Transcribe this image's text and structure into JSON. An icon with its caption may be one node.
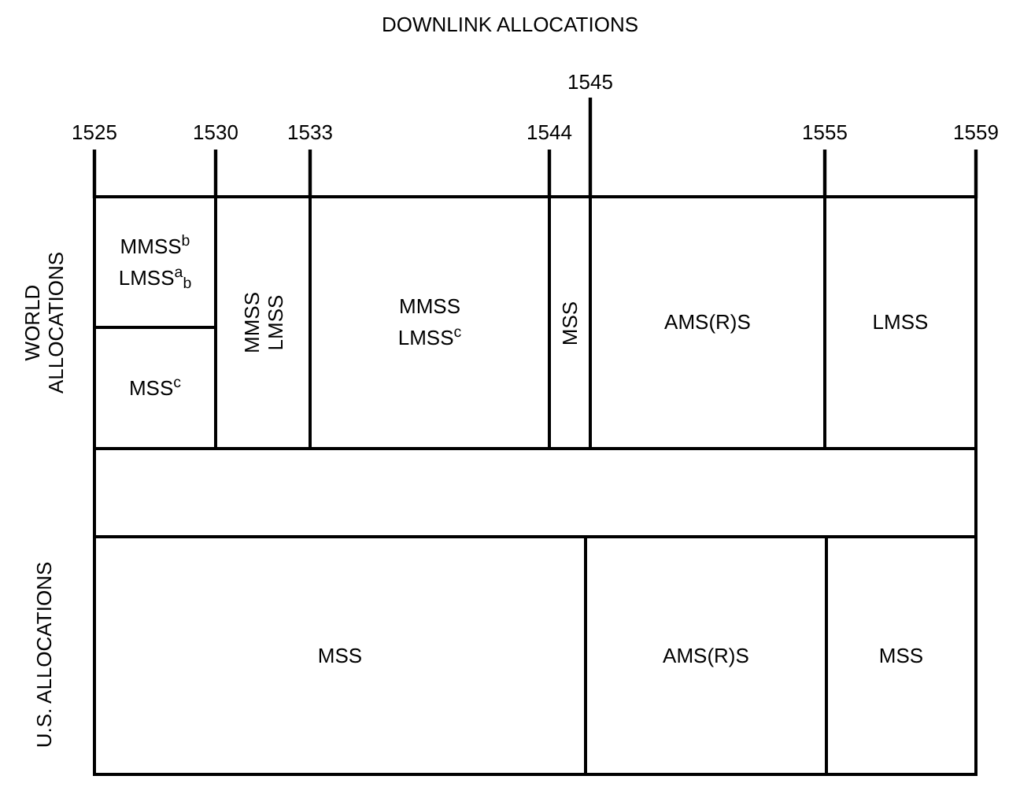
{
  "diagram": {
    "title": "DOWNLINK ALLOCATIONS",
    "nodes": [
      {
        "text": [
          "MMSS$^{b}$",
          "LMSS$^{a}$$_{b}$"
        ]
      },
      {
        "text": [
          "MSS$^{c}$"
        ]
      },
      {
        "text": [
          "MMSS",
          "LMSS"
        ]
      },
      {
        "text": [
          "MMSS",
          "LMSS$^{c}$"
        ]
      },
      {
        "text": [
          "MSS"
        ]
      },
      {
        "text": [
          "AMS(R)S"
        ]
      },
      {
        "text": [
          "LMSS"
        ]
      },
      {
        "text": [],
        "shape": "box"
      },
      {
        "text": [
          "MSS"
        ]
      },
      {
        "text": [
          "AMS(R)S"
        ]
      },
      {
        "text": [
          "MSS"
        ]
      }
    ],
    "labels": [
      "1545",
      "1525",
      "1530",
      "1533",
      "1544",
      "1555",
      "1559",
      "WORLD ALLOCATIONS",
      "U.S. ALLOCATIONS"
    ]
  }
}
